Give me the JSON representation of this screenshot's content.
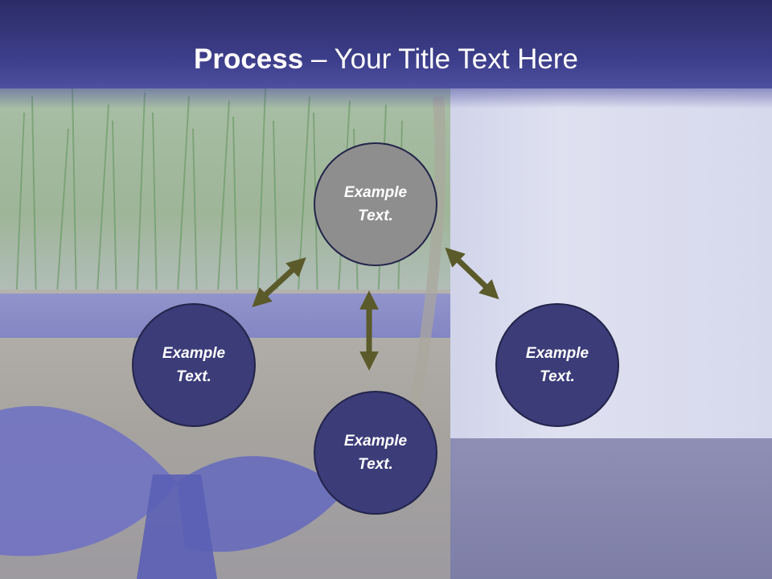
{
  "title": {
    "bold": "Process",
    "separator": " – ",
    "rest": "Your Title Text Here"
  },
  "nodes": {
    "top": "Example\nText.",
    "left": "Example\nText.",
    "right": "Example\nText.",
    "bottom": "Example\nText."
  },
  "colors": {
    "title_bar": "#3e3f8c",
    "circle_fill": "#3b3c78",
    "circle_top_fill": "#8e8e8e",
    "arrow": "#5a5a2a"
  }
}
